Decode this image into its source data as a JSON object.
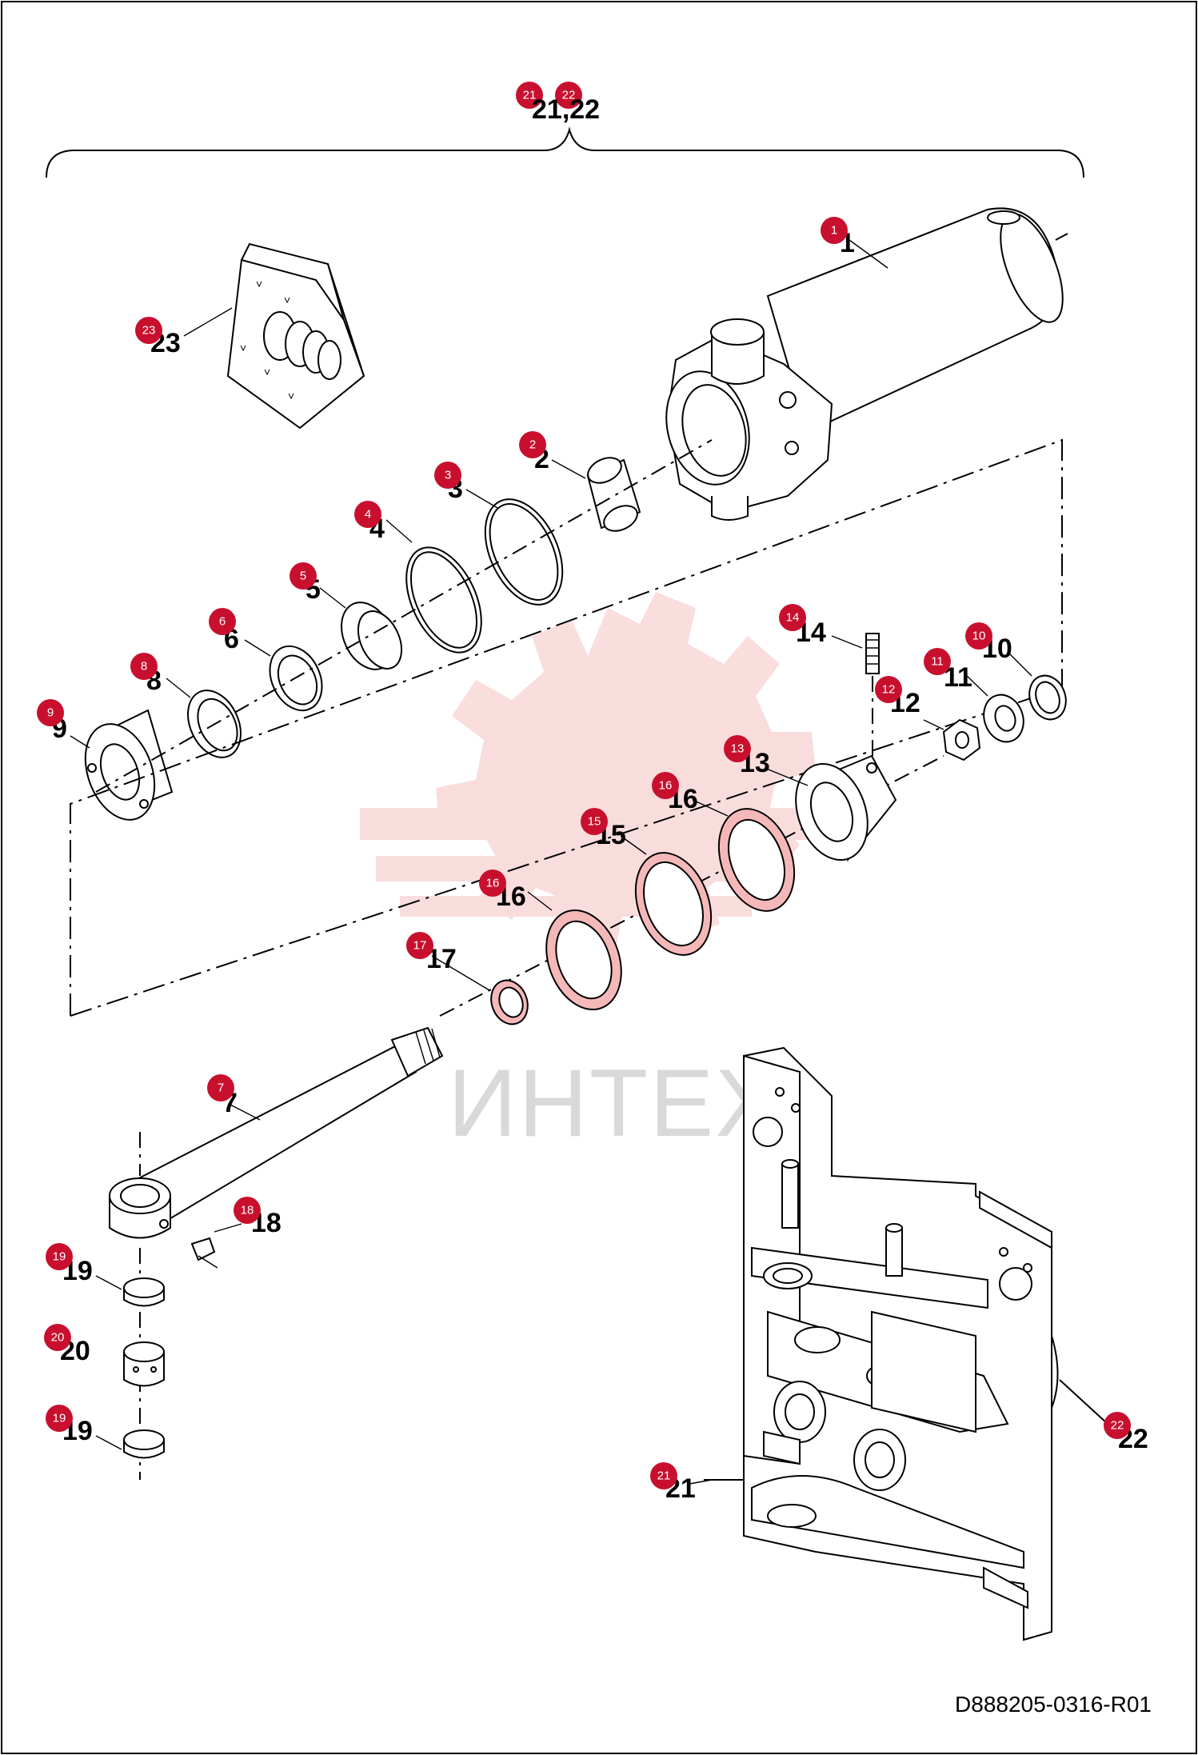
{
  "document_id": "D888205-0316-R01",
  "watermark": "ИНТЕХ",
  "callouts": [
    {
      "id": "c-21-22",
      "text": "21,22",
      "badges": [
        "21",
        "22"
      ]
    },
    {
      "id": "c-1",
      "text": "1",
      "badges": [
        "1"
      ]
    },
    {
      "id": "c-23",
      "text": "23",
      "badges": [
        "23"
      ]
    },
    {
      "id": "c-2",
      "text": "2",
      "badges": [
        "2"
      ]
    },
    {
      "id": "c-3",
      "text": "3",
      "badges": [
        "3"
      ]
    },
    {
      "id": "c-4",
      "text": "4",
      "badges": [
        "4"
      ]
    },
    {
      "id": "c-5",
      "text": "5",
      "badges": [
        "5"
      ]
    },
    {
      "id": "c-6",
      "text": "6",
      "badges": [
        "6"
      ]
    },
    {
      "id": "c-8",
      "text": "8",
      "badges": [
        "8"
      ]
    },
    {
      "id": "c-9",
      "text": "9",
      "badges": [
        "9"
      ]
    },
    {
      "id": "c-14",
      "text": "14",
      "badges": [
        "14"
      ]
    },
    {
      "id": "c-10",
      "text": "10",
      "badges": [
        "10"
      ]
    },
    {
      "id": "c-11",
      "text": "11",
      "badges": [
        "11"
      ]
    },
    {
      "id": "c-12",
      "text": "12",
      "badges": [
        "12"
      ]
    },
    {
      "id": "c-13",
      "text": "13",
      "badges": [
        "13"
      ]
    },
    {
      "id": "c-16a",
      "text": "16",
      "badges": [
        "16"
      ]
    },
    {
      "id": "c-15",
      "text": "15",
      "badges": [
        "15"
      ]
    },
    {
      "id": "c-16b",
      "text": "16",
      "badges": [
        "16"
      ]
    },
    {
      "id": "c-17",
      "text": "17",
      "badges": [
        "17"
      ]
    },
    {
      "id": "c-7",
      "text": "7",
      "badges": [
        "7"
      ]
    },
    {
      "id": "c-18",
      "text": "18",
      "badges": [
        "18"
      ]
    },
    {
      "id": "c-19a",
      "text": "19",
      "badges": [
        "19"
      ]
    },
    {
      "id": "c-20",
      "text": "20",
      "badges": [
        "20"
      ]
    },
    {
      "id": "c-19b",
      "text": "19",
      "badges": [
        "19"
      ]
    },
    {
      "id": "c-22",
      "text": "22",
      "badges": [
        "22"
      ]
    },
    {
      "id": "c-21",
      "text": "21",
      "badges": [
        "21"
      ]
    }
  ]
}
